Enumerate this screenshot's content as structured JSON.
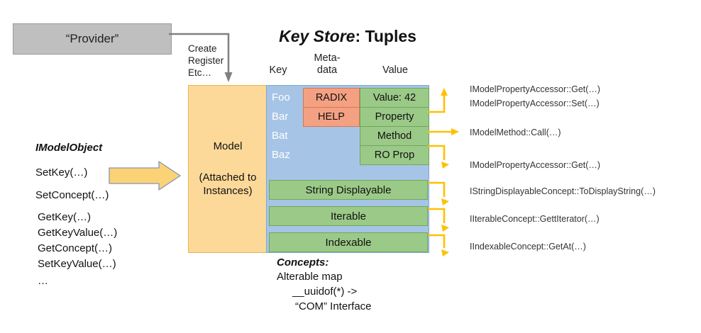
{
  "title": {
    "emphasis": "Key Store",
    "rest": ": Tuples"
  },
  "provider": {
    "label": "“Provider”"
  },
  "connector": {
    "label": "Create\nRegister\nEtc…",
    "color": "#808080"
  },
  "column_headers": {
    "key": "Key",
    "metadata": "Meta-\ndata",
    "value": "Value"
  },
  "model_box": {
    "title": "Model",
    "subtitle": "(Attached to\nInstances)",
    "color": "#FCD999"
  },
  "colors": {
    "yellow": "#FCD999",
    "blue": "#A6C4E5",
    "green": "#9BC987",
    "salmon": "#F4A183",
    "gray": "#BFBFBF",
    "arrow_orange": "#FFC000"
  },
  "tuples": {
    "keys": [
      "Foo",
      "Bar",
      "Bat",
      "Baz"
    ],
    "metadata": [
      "RADIX",
      "HELP"
    ],
    "values": [
      "Value: 42",
      "Property",
      "Method",
      "RO Prop"
    ]
  },
  "concept_rows": [
    "String Displayable",
    "Iterable",
    "Indexable"
  ],
  "imodelobject": {
    "title": "IModelObject",
    "methods": [
      "SetKey(…)",
      "SetConcept(…)",
      "GetKey(…)",
      "GetKeyValue(…)",
      "GetConcept(…)",
      "SetKeyValue(…)",
      "…"
    ]
  },
  "annotations": [
    "IModelPropertyAccessor::Get(…)",
    "IModelPropertyAccessor::Set(…)",
    "IModelMethod::Call(…)",
    "IModelPropertyAccessor::Get(…)",
    "IStringDisplayableConcept::ToDisplayString(…)",
    "IIterableConcept::GettIterator(…)",
    "IIndexableConcept::GetAt(…)"
  ],
  "concepts": {
    "title": "Concepts:",
    "line1": "Alterable map",
    "line2": "__uuidof(*) ->",
    "line3": "“COM” Interface"
  }
}
